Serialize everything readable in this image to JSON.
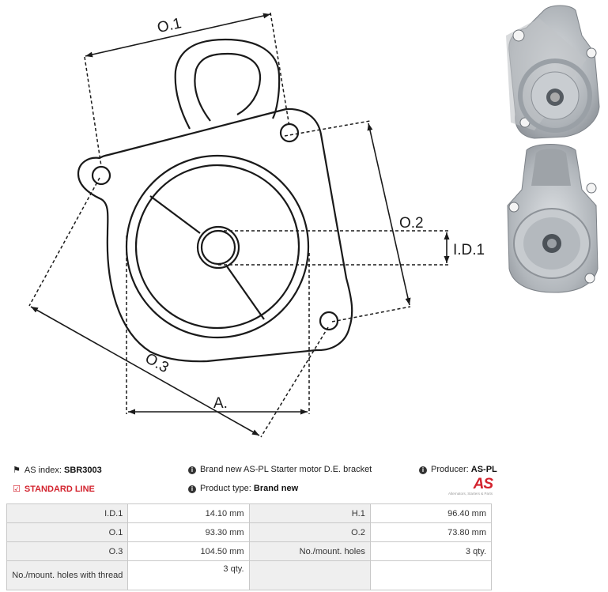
{
  "drawing": {
    "labels": {
      "o1": "O.1",
      "o2": "O.2",
      "o3": "O.3",
      "id1": "I.D.1",
      "a": "A."
    }
  },
  "info": {
    "index_label": "AS index:",
    "index_value": "SBR3003",
    "standard_line": "STANDARD LINE",
    "description": "Brand new AS-PL Starter motor D.E. bracket",
    "product_type_label": "Product type:",
    "product_type_value": "Brand new",
    "producer_label": "Producer:",
    "producer_value": "AS-PL",
    "logo_text": "AS",
    "logo_tagline": "Alternators, Starters & Parts"
  },
  "specs": {
    "rows": [
      [
        {
          "label": "I.D.1",
          "value": "14.10 mm"
        },
        {
          "label": "H.1",
          "value": "96.40 mm"
        }
      ],
      [
        {
          "label": "O.1",
          "value": "93.30 mm"
        },
        {
          "label": "O.2",
          "value": "73.80 mm"
        }
      ],
      [
        {
          "label": "O.3",
          "value": "104.50 mm"
        },
        {
          "label": "No./mount. holes",
          "value": "3 qty."
        }
      ],
      [
        {
          "label": "No./mount. holes with thread",
          "value": "3 qty."
        },
        {
          "label": "",
          "value": ""
        }
      ]
    ]
  },
  "colors": {
    "accent_red": "#d3232e",
    "label_cell": "#efefef",
    "border": "#c8c8c8"
  }
}
